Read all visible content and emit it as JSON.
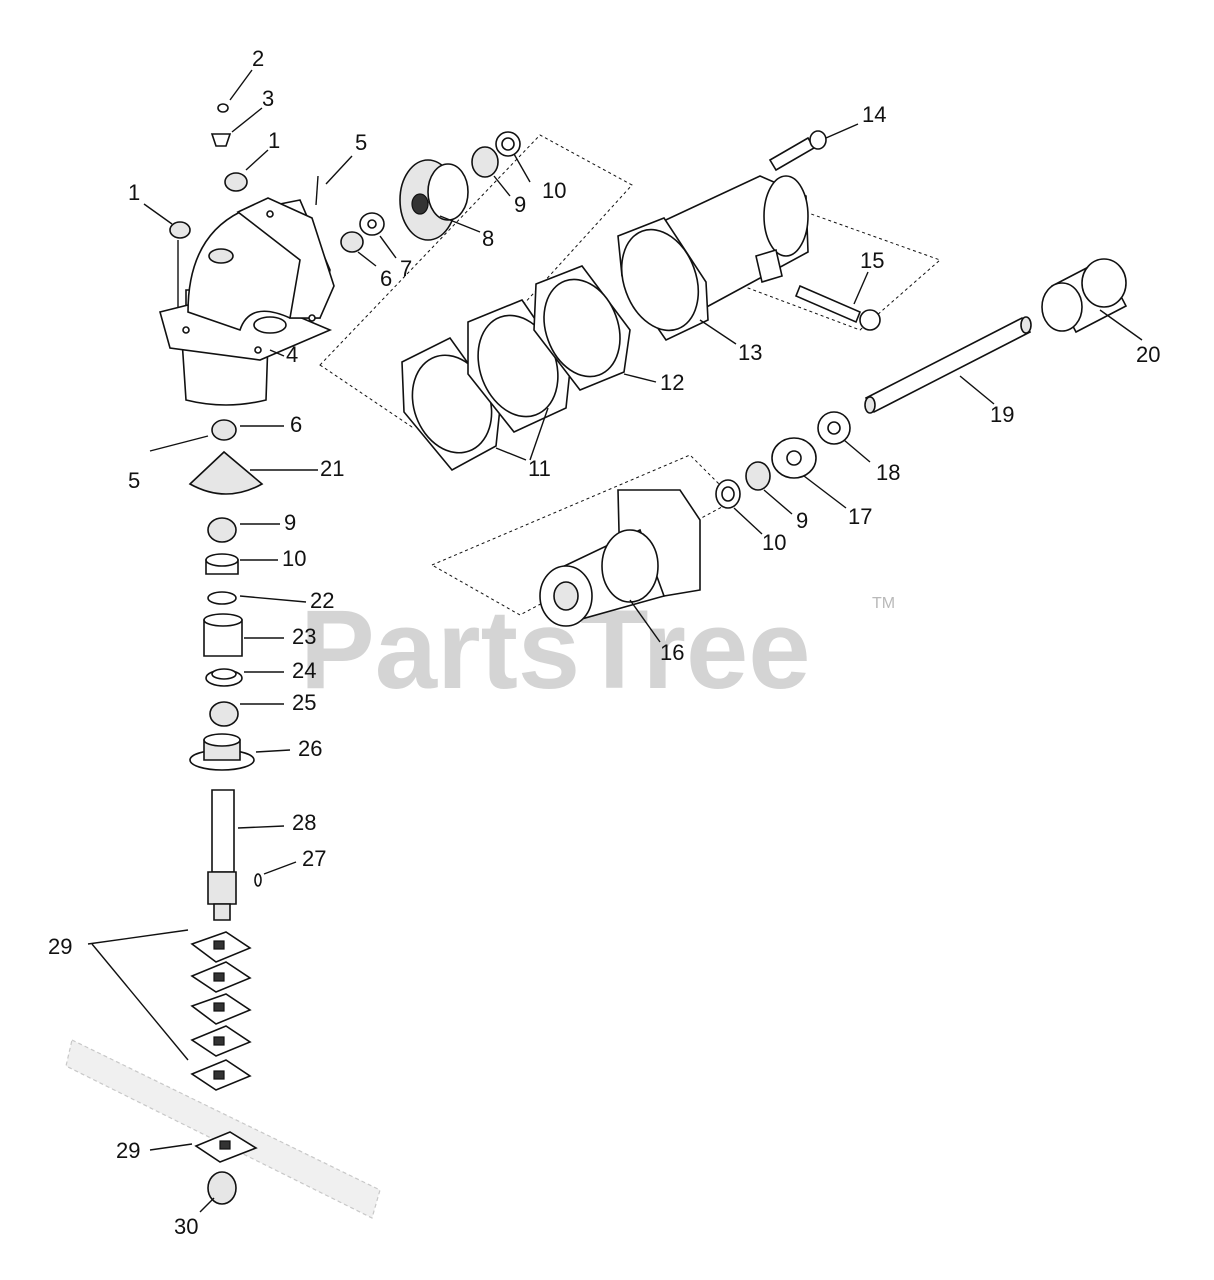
{
  "watermark": {
    "text": "PartsTree",
    "trademark": "TM"
  },
  "callouts": [
    {
      "id": "c2",
      "label": "2"
    },
    {
      "id": "c3",
      "label": "3"
    },
    {
      "id": "c1a",
      "label": "1"
    },
    {
      "id": "c1b",
      "label": "1"
    },
    {
      "id": "c5a",
      "label": "5"
    },
    {
      "id": "c4",
      "label": "4"
    },
    {
      "id": "c6a",
      "label": "6"
    },
    {
      "id": "c7",
      "label": "7"
    },
    {
      "id": "c8",
      "label": "8"
    },
    {
      "id": "c9a",
      "label": "9"
    },
    {
      "id": "c10a",
      "label": "10"
    },
    {
      "id": "c14",
      "label": "14"
    },
    {
      "id": "c15",
      "label": "15"
    },
    {
      "id": "c13",
      "label": "13"
    },
    {
      "id": "c12",
      "label": "12"
    },
    {
      "id": "c11",
      "label": "11"
    },
    {
      "id": "c20",
      "label": "20"
    },
    {
      "id": "c19",
      "label": "19"
    },
    {
      "id": "c18",
      "label": "18"
    },
    {
      "id": "c17",
      "label": "17"
    },
    {
      "id": "c9b",
      "label": "9"
    },
    {
      "id": "c10b",
      "label": "10"
    },
    {
      "id": "c16",
      "label": "16"
    },
    {
      "id": "c6b",
      "label": "6"
    },
    {
      "id": "c5b",
      "label": "5"
    },
    {
      "id": "c21",
      "label": "21"
    },
    {
      "id": "c9c",
      "label": "9"
    },
    {
      "id": "c10c",
      "label": "10"
    },
    {
      "id": "c22",
      "label": "22"
    },
    {
      "id": "c23",
      "label": "23"
    },
    {
      "id": "c24",
      "label": "24"
    },
    {
      "id": "c25",
      "label": "25"
    },
    {
      "id": "c26",
      "label": "26"
    },
    {
      "id": "c28",
      "label": "28"
    },
    {
      "id": "c27",
      "label": "27"
    },
    {
      "id": "c29a",
      "label": "29"
    },
    {
      "id": "c29b",
      "label": "29"
    },
    {
      "id": "c30",
      "label": "30"
    }
  ]
}
